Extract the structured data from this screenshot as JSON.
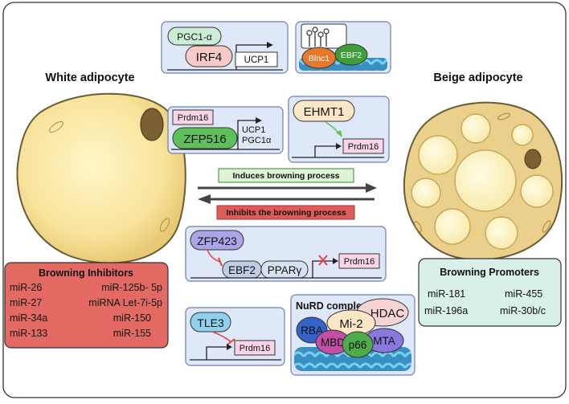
{
  "white_adipocyte": {
    "title": "White adipocyte"
  },
  "beige_adipocyte": {
    "title": "Beige adipocyte"
  },
  "irf4_panel": {
    "factor": "PGC1-α",
    "protein": "IRF4",
    "gene": "UCP1"
  },
  "blnc1_panel": {
    "blnc1": "Blnc1",
    "ebf2": "EBF2"
  },
  "zfp516_panel": {
    "factor": "Prdm16",
    "protein": "ZFP516",
    "gene_1": "UCP1",
    "gene_2": "PGC1α"
  },
  "ehmt1_panel": {
    "protein": "EHMT1",
    "gene": "Prdm16"
  },
  "arrows": {
    "induces": "Induces browning process",
    "inhibits": "Inhibits the browning process"
  },
  "zfp423_panel": {
    "protein": "ZFP423",
    "ebf2": "EBF2",
    "ppar": "PPARγ",
    "gene": "Prdm16"
  },
  "tle3_panel": {
    "protein": "TLE3",
    "gene": "Prdm16"
  },
  "nurd_panel": {
    "title": "NuRD complex",
    "hdac": "HDAC",
    "mi2": "Mi-2",
    "rba": "RBA",
    "mbd": "MBD",
    "p66": "p66",
    "mta": "MTA"
  },
  "inhibitors": {
    "title": "Browning Inhibitors",
    "left": [
      "miR-26",
      "miR-27",
      "miR-34a",
      "miR-133"
    ],
    "right": [
      "miR-125b- 5p",
      "miRNA Let-7i-5p",
      "miR-150",
      "miR-155"
    ]
  },
  "promoters": {
    "title": "Browning Promoters",
    "left": [
      "miR-181",
      "miR-196a"
    ],
    "right": [
      "miR-455",
      "miR-30b/c"
    ]
  },
  "colors": {
    "irf4_green": "#cdeed6",
    "ehmt1_orange": "#fde7c7",
    "zfp516_green": "#5fbf5a",
    "zfp423_purple": "#a9a5e6",
    "inhibitor_red": "#e36a62",
    "promoter_teal": "#d8efea",
    "panel_blue": "#d8e4f6"
  }
}
